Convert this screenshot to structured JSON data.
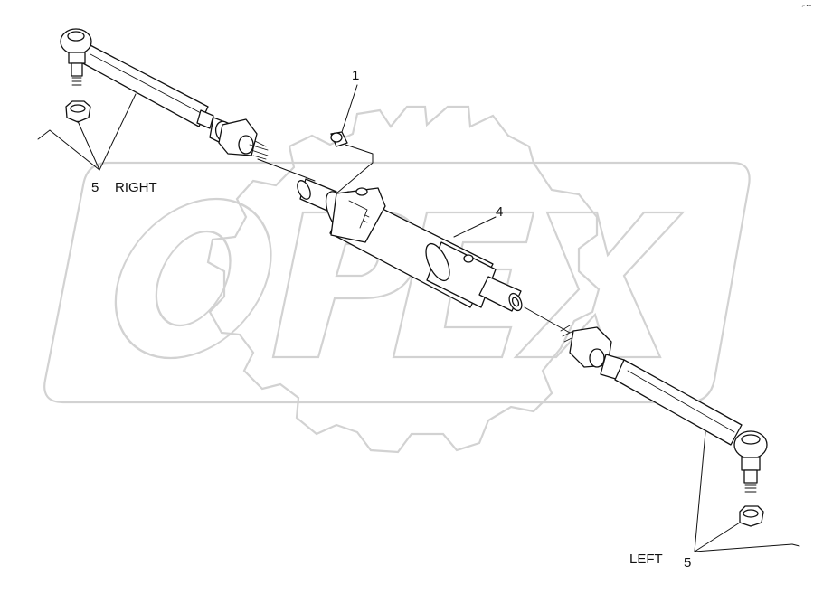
{
  "watermark": {
    "text": "OPEX",
    "color": "#d4d4d4"
  },
  "callouts": {
    "item_1": "1",
    "item_4": "4",
    "item_5_right": "5",
    "item_5_left": "5",
    "right_label": "RIGHT",
    "left_label": "LEFT"
  },
  "corner_mark": "↗ •••",
  "colors": {
    "line": "#111111",
    "paper": "#ffffff"
  }
}
